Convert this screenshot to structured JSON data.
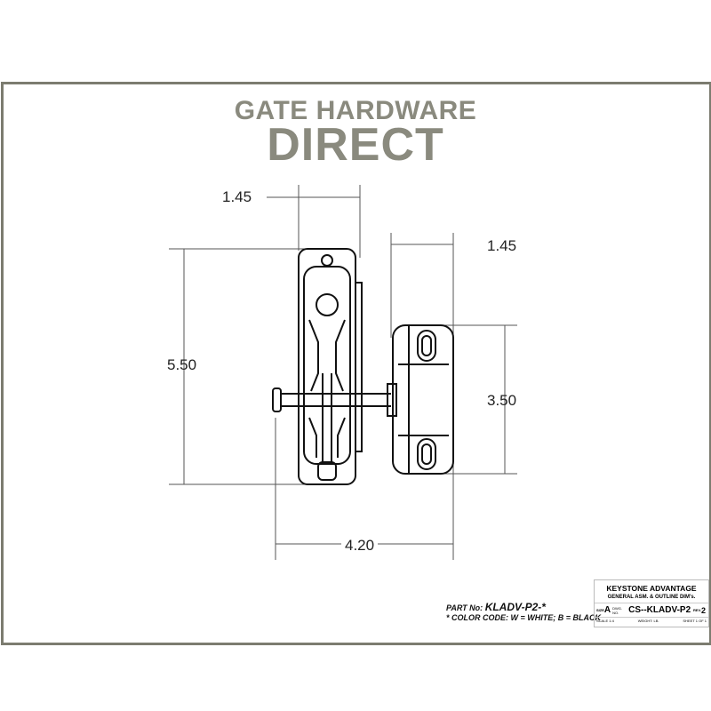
{
  "brand": {
    "line1": "GATE HARDWARE",
    "line2": "DIRECT"
  },
  "dimensions": {
    "top_left_width": "1.45",
    "top_right_width": "1.45",
    "left_height": "5.50",
    "right_height": "3.50",
    "overall_width": "4.20"
  },
  "part": {
    "label": "PART No:",
    "number": "KLADV-P2-*",
    "color_code": "* COLOR CODE:  W = WHITE;  B = BLACK"
  },
  "title_block": {
    "company": "KEYSTONE ADVANTAGE",
    "description": "GENERAL ASM. & OUTLINE DIM's.",
    "size_label": "SIZE",
    "size": "A",
    "dwg_label": "DWG. NO.",
    "dwg_no": "CS--KLADV-P2",
    "rev_label": "REV.",
    "rev": "2",
    "scale": "SCALE 1:4",
    "weight": "WEIGHT:  LB.",
    "sheet": "SHEET 1 OF 1"
  },
  "colors": {
    "brand": "#8a8a7e",
    "frame": "#7c7c70"
  }
}
